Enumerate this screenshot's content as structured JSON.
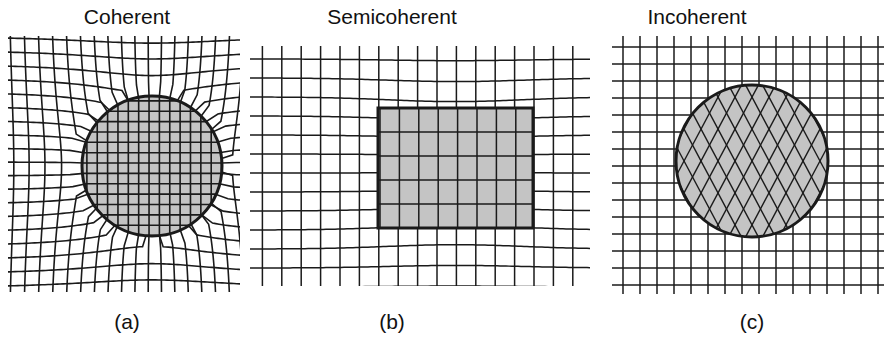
{
  "diagram": {
    "labels": [
      "Coherent",
      "Semicoherent",
      "Incoherent",
      "(a)",
      "(b)",
      "(c)"
    ]
  }
}
